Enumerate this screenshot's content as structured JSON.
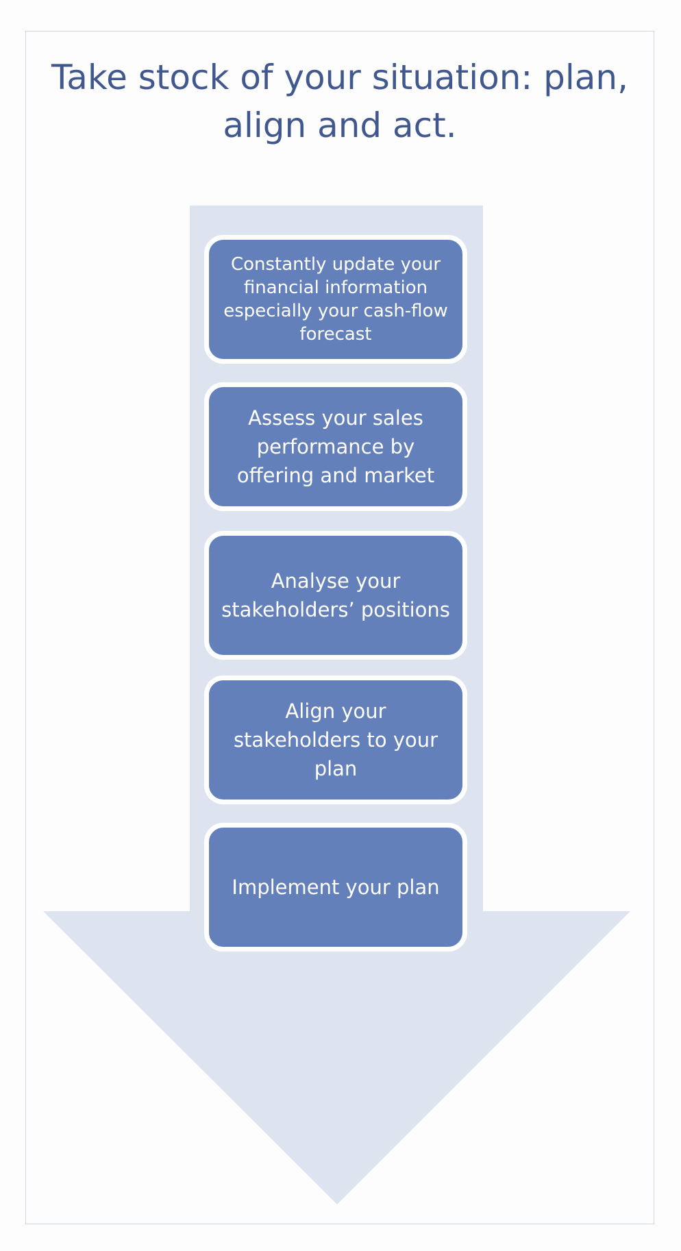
{
  "title": "Take stock of your situation: plan, align and act.",
  "colors": {
    "title": "#41588e",
    "arrow_fill": "#dee3f0",
    "step_fill": "#6380bb",
    "step_text": "#ffffff",
    "frame_border": "#cfd6ea"
  },
  "steps": [
    {
      "label": "Constantly update your financial information especially your cash-flow forecast"
    },
    {
      "label": "Assess your sales performance by offering and market"
    },
    {
      "label": "Analyse your stakeholders’ positions"
    },
    {
      "label": "Align your stakeholders to your plan"
    },
    {
      "label": "Implement your plan"
    }
  ]
}
